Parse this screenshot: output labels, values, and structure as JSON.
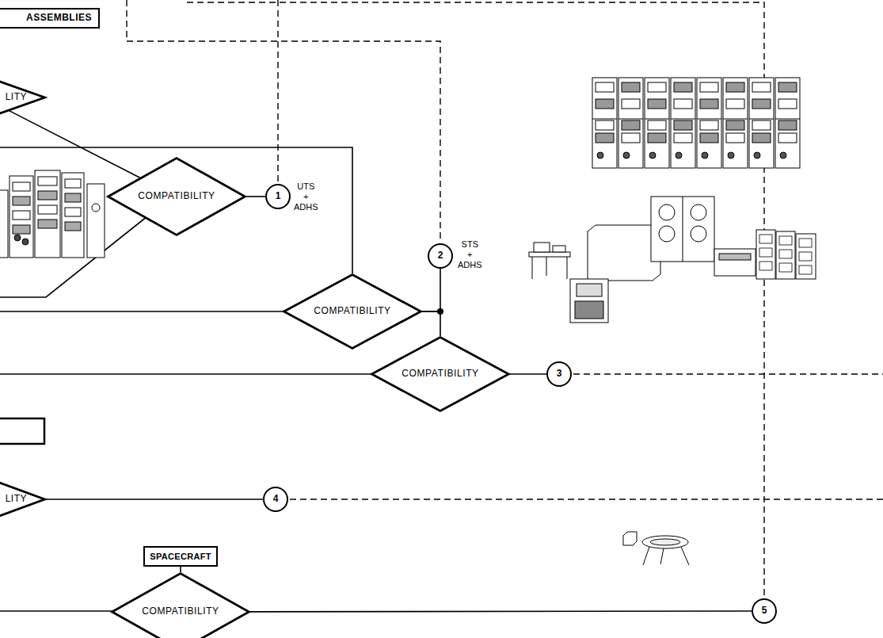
{
  "diagram": {
    "nodes": [
      {
        "text": [
          "ASSEMBLIES"
        ]
      },
      {
        "text": [
          "LITY"
        ]
      },
      {
        "text": [
          "COMPATIBILITY"
        ]
      },
      {
        "text": [
          "1"
        ]
      },
      {
        "text": [
          "2"
        ]
      },
      {
        "text": [
          "COMPATIBILITY"
        ]
      },
      {
        "text": [
          "COMPATIBILITY"
        ]
      },
      {
        "text": [
          "3"
        ]
      },
      {
        "text": [
          "LITY"
        ]
      },
      {
        "text": [
          "4"
        ]
      },
      {
        "text": [
          "SPACECRAFT"
        ]
      },
      {
        "text": [
          "COMPATIBILITY"
        ]
      },
      {
        "text": [
          "5"
        ]
      }
    ],
    "edges": [
      {
        "from": 1,
        "to": 2,
        "arrow": "none"
      },
      {
        "from": 2,
        "to": 3,
        "arrow": "none"
      },
      {
        "from": 5,
        "to": 4,
        "arrow": "none"
      },
      {
        "from": 5,
        "to": 6,
        "arrow": "none"
      },
      {
        "from": 6,
        "to": 7,
        "arrow": "none"
      },
      {
        "from": 8,
        "to": 9,
        "arrow": "none"
      },
      {
        "from": 10,
        "to": 11,
        "arrow": "none"
      },
      {
        "from": 11,
        "to": 12,
        "arrow": "none"
      }
    ],
    "labels": [
      "UTS + ADHS",
      "STS + ADHS"
    ]
  }
}
